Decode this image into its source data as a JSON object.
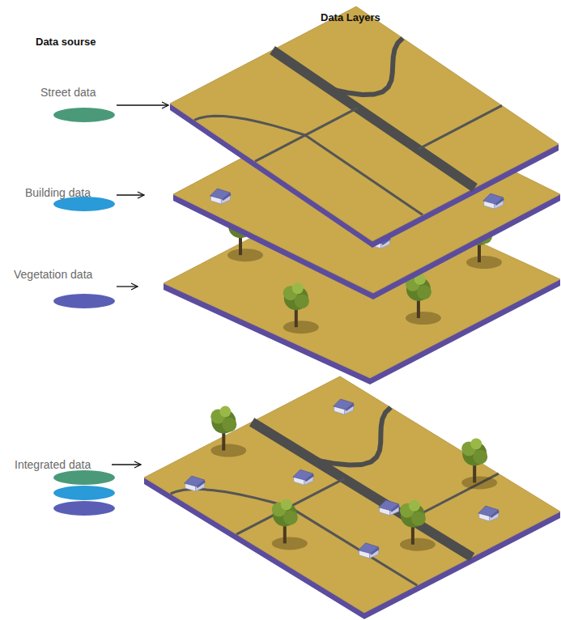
{
  "diagram": {
    "labels": [
      "Data sourse",
      "Data Layers",
      "Street data",
      "Building data",
      "Vegetation data",
      "Integrated data"
    ]
  }
}
